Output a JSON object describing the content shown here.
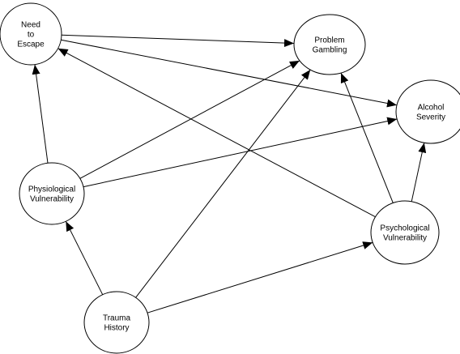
{
  "nodes": [
    {
      "id": "need_to_escape",
      "lines": [
        "Need",
        "to",
        "Escape"
      ]
    },
    {
      "id": "problem_gambling",
      "lines": [
        "Problem",
        "Gambling"
      ]
    },
    {
      "id": "alcohol_severity",
      "lines": [
        "Alcohol",
        "Severity"
      ]
    },
    {
      "id": "physiological_vulnerability",
      "lines": [
        "Physiological",
        "Vulnerability"
      ]
    },
    {
      "id": "psychological_vulnerability",
      "lines": [
        "Psychological",
        "Vulnerability"
      ]
    },
    {
      "id": "trauma_history",
      "lines": [
        "Trauma",
        "History"
      ]
    }
  ],
  "edges": [
    {
      "from": "need_to_escape",
      "to": "problem_gambling"
    },
    {
      "from": "need_to_escape",
      "to": "alcohol_severity"
    },
    {
      "from": "physiological_vulnerability",
      "to": "need_to_escape"
    },
    {
      "from": "physiological_vulnerability",
      "to": "problem_gambling"
    },
    {
      "from": "physiological_vulnerability",
      "to": "alcohol_severity"
    },
    {
      "from": "psychological_vulnerability",
      "to": "need_to_escape"
    },
    {
      "from": "psychological_vulnerability",
      "to": "problem_gambling"
    },
    {
      "from": "psychological_vulnerability",
      "to": "alcohol_severity"
    },
    {
      "from": "trauma_history",
      "to": "physiological_vulnerability"
    },
    {
      "from": "trauma_history",
      "to": "problem_gambling"
    },
    {
      "from": "trauma_history",
      "to": "psychological_vulnerability"
    }
  ]
}
